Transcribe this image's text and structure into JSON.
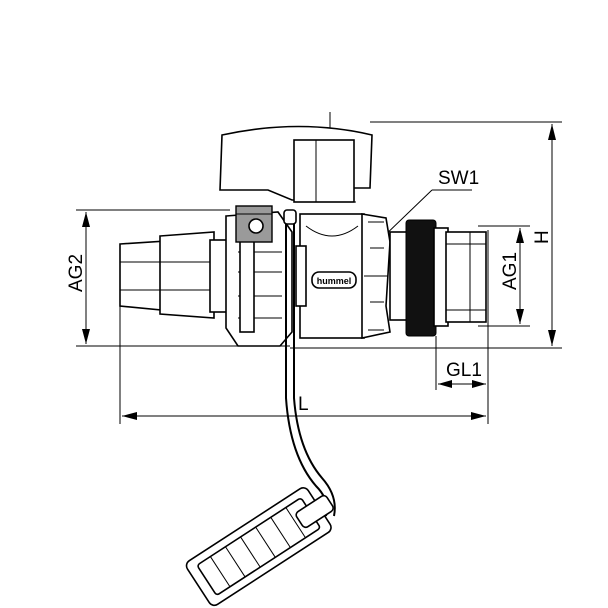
{
  "diagram": {
    "labels": {
      "sw1": "SW1",
      "ag2": "AG2",
      "ag1": "AG1",
      "h": "H",
      "gl1": "GL1",
      "l": "L"
    },
    "brand_text": "hummel"
  }
}
